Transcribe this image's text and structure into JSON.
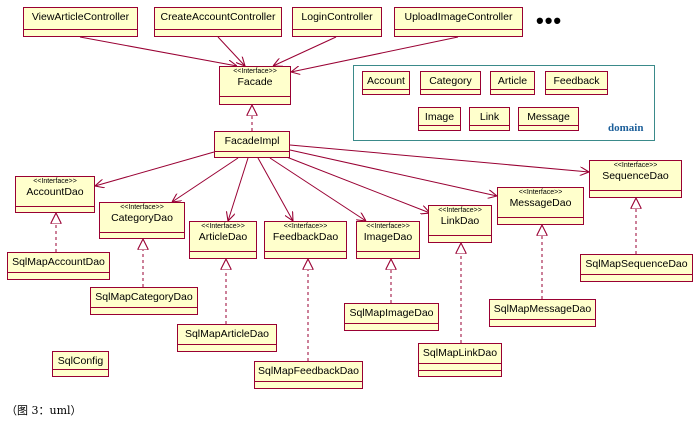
{
  "diagram": {
    "caption": "（图 3：uml）",
    "more": "•••",
    "stereotype": "<<Interface>>",
    "domain_label": "domain",
    "controllers": [
      "ViewArticleController",
      "CreateAccountController",
      "LoginController",
      "UploadImageController"
    ],
    "facade": "Facade",
    "facade_impl": "FacadeImpl",
    "interfaces": [
      "AccountDao",
      "CategoryDao",
      "ArticleDao",
      "FeedbackDao",
      "ImageDao",
      "LinkDao",
      "MessageDao",
      "SequenceDao"
    ],
    "implementations": [
      "SqlMapAccountDao",
      "SqlMapCategoryDao",
      "SqlMapArticleDao",
      "SqlMapFeedbackDao",
      "SqlMapImageDao",
      "SqlMapLinkDao",
      "SqlMapMessageDao",
      "SqlMapSequenceDao"
    ],
    "sql_config": "SqlConfig",
    "domain_classes": [
      "Account",
      "Category",
      "Article",
      "Feedback",
      "Image",
      "Link",
      "Message"
    ]
  },
  "colors": {
    "stroke": "#990033",
    "fill": "#ffffcc",
    "frame": "#3a8a8a",
    "domain_text": "#1c5f9a"
  }
}
